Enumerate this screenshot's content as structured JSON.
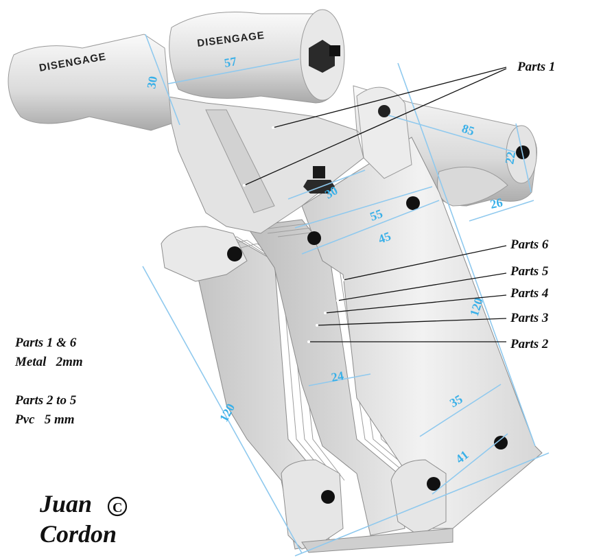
{
  "labels": {
    "parts_1": "Parts 1",
    "parts_6": "Parts 6",
    "parts_5": "Parts 5",
    "parts_4": "Parts 4",
    "parts_3": "Parts 3",
    "parts_2": "Parts 2"
  },
  "notes": {
    "line1": "Parts 1 & 6",
    "line2": "Metal   2mm",
    "line3": "Parts 2 to 5",
    "line4": "Pvc   5 mm"
  },
  "author": {
    "first": "Juan",
    "last": "Cordon",
    "copyright": "©"
  },
  "handle": {
    "text_left": "DISENGAGE",
    "text_right": "DISENGAGE"
  },
  "dimensions": {
    "d57": "57",
    "d30_handle": "30",
    "d85": "85",
    "d22": "22",
    "d26": "26",
    "d30_bolt": "30",
    "d55": "55",
    "d45": "45",
    "d120_right": "120",
    "d120_left": "120",
    "d24": "24",
    "d35": "35",
    "d41": "41"
  },
  "colors": {
    "dimension": "#3ab0e8",
    "part": "#e6e6e6",
    "text": "#111111"
  }
}
